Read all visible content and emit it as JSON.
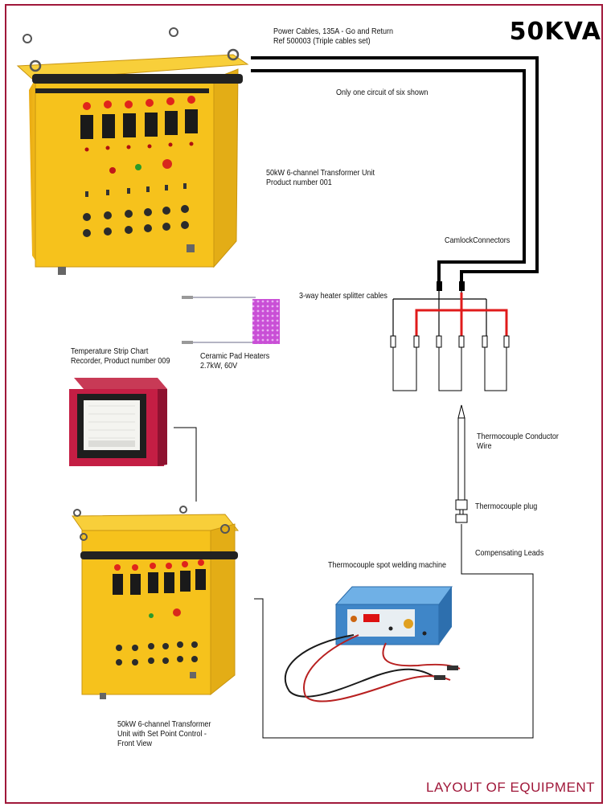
{
  "header": {
    "title": "50KVA"
  },
  "labels": {
    "power_cables_1": "Power Cables, 135A - Go and Return",
    "power_cables_2": "Ref 500003 (Triple cables set)",
    "one_circuit": "Only one circuit of six shown",
    "transformer_1": "50kW 6-channel Transformer Unit",
    "transformer_2": "Product number 001",
    "camlock": "CamlockConnectors",
    "splitter": "3-way heater splitter cables",
    "ceramic_1": "Ceramic Pad Heaters",
    "ceramic_2": "2.7kW, 60V",
    "recorder_1": "Temperature Strip Chart",
    "recorder_2": "Recorder,  Product number 009",
    "tc_wire_1": "Thermocouple Conductor",
    "tc_wire_2": "Wire",
    "tc_plug": "Thermocouple plug",
    "comp_leads": "Compensating Leads",
    "spot_welder": "Thermocouple spot welding machine",
    "front_view_1": "50kW 6-channel Transformer",
    "front_view_2": "Unit with Set Point Control -",
    "front_view_3": "Front View"
  },
  "footer": {
    "caption": "LAYOUT OF EQUIPMENT"
  },
  "colors": {
    "accent": "#a0183a",
    "cabinet": "#f6c21c",
    "heater": "#c94fd6",
    "splitter_red": "#e01b1b",
    "welder_blue": "#3f86c8"
  }
}
